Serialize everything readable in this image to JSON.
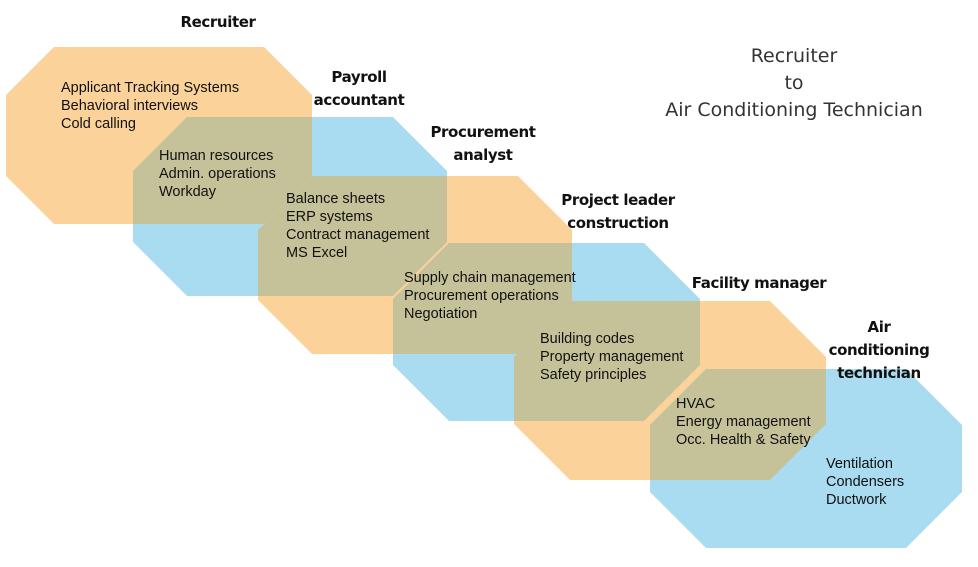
{
  "title": {
    "line1": "Recruiter",
    "line2": "to",
    "line3": "Air Conditioning Technician"
  },
  "colors": {
    "orange": "#fbd299",
    "blue": "#a9dcf0",
    "overlap": "#c5c29a"
  },
  "roles": [
    {
      "label": "Recruiter",
      "color": "orange",
      "skills": [
        "Applicant Tracking Systems",
        "Behavioral interviews",
        "Cold calling"
      ]
    },
    {
      "label": "Payroll\naccountant",
      "color": "blue",
      "skills": [
        "Human resources",
        "Admin. operations",
        "Workday"
      ]
    },
    {
      "label": "Procurement\nanalyst",
      "color": "orange",
      "skills": [
        "Balance sheets",
        "ERP systems",
        "Contract management",
        "MS Excel"
      ]
    },
    {
      "label": "Project leader\nconstruction",
      "color": "blue",
      "skills": [
        "Supply chain management",
        "Procurement operations",
        "Negotiation"
      ]
    },
    {
      "label": "Facility manager",
      "color": "orange",
      "skills": [
        "Building codes",
        "Property management",
        "Safety principles"
      ]
    },
    {
      "label": "Air conditioning\ntechnician",
      "color": "blue",
      "skills": [
        "HVAC",
        "Energy management",
        "Occ. Health & Safety"
      ]
    },
    {
      "label": "",
      "color": "blue",
      "skills": [
        "Ventilation",
        "Condensers",
        "Ductwork"
      ]
    }
  ]
}
